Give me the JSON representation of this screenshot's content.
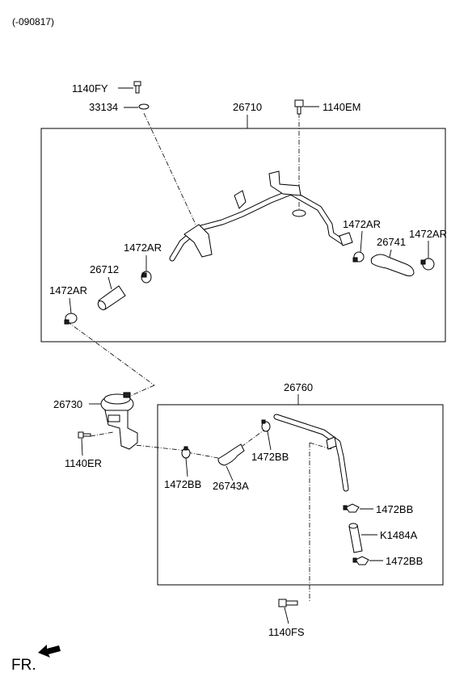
{
  "header": {
    "date_code": "(-090817)"
  },
  "labels": {
    "p1140FY": "1140FY",
    "p33134": "33134",
    "p26710": "26710",
    "p1140EM": "1140EM",
    "p1472AR_right_a": "1472AR",
    "p26741": "26741",
    "p1472AR_right_b": "1472AR",
    "p1472AR_mid": "1472AR",
    "p26712": "26712",
    "p1472AR_left": "1472AR",
    "p26730": "26730",
    "p1140ER": "1140ER",
    "p26760": "26760",
    "p1472BB_upper": "1472BB",
    "p1472BB_left": "1472BB",
    "p26743A": "26743A",
    "p1472BB_right_a": "1472BB",
    "pK1484A": "K1484A",
    "p1472BB_right_b": "1472BB",
    "p1140FS": "1140FS"
  },
  "footer": {
    "direction": "FR."
  },
  "icons": {
    "front_arrow": "front-direction-arrow-icon"
  }
}
